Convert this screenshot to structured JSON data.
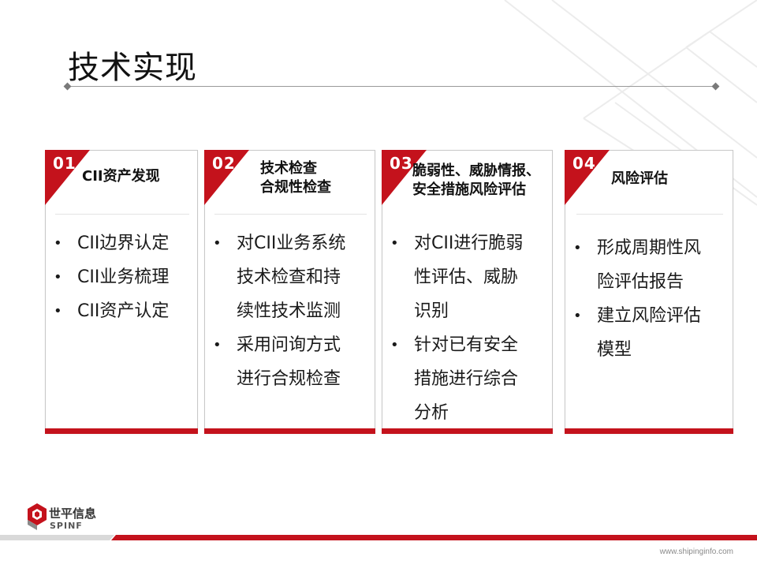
{
  "slide": {
    "title": "技术实现",
    "cards": [
      {
        "number": "01",
        "heading": [
          "CII资产发现"
        ],
        "bullets": [
          [
            "CII边界认定"
          ],
          [
            "CII业务梳理"
          ],
          [
            "CII资产认定"
          ]
        ]
      },
      {
        "number": "02",
        "heading": [
          "技术检查",
          "合规性检查"
        ],
        "bullets": [
          [
            "对CII业务系统",
            "技术检查和持",
            "续性技术监测"
          ],
          [
            "采用问询方式",
            "进行合规检查"
          ]
        ]
      },
      {
        "number": "03",
        "heading": [
          "脆弱性、威胁情报、",
          "安全措施风险评估"
        ],
        "bullets": [
          [
            "对CII进行脆弱",
            "性评估、威胁",
            "识别"
          ],
          [
            "针对已有安全",
            "措施进行综合",
            "分析"
          ]
        ]
      },
      {
        "number": "04",
        "heading": [
          "风险评估"
        ],
        "bullets": [
          [
            "形成周期性风",
            "险评估报告"
          ],
          [
            "建立风险评估",
            "模型"
          ]
        ]
      }
    ]
  },
  "branding": {
    "logo_cn": "世平信息",
    "logo_en": "SPINF",
    "website": "www.shipinginfo.com",
    "accent_color": "#c4121c"
  }
}
